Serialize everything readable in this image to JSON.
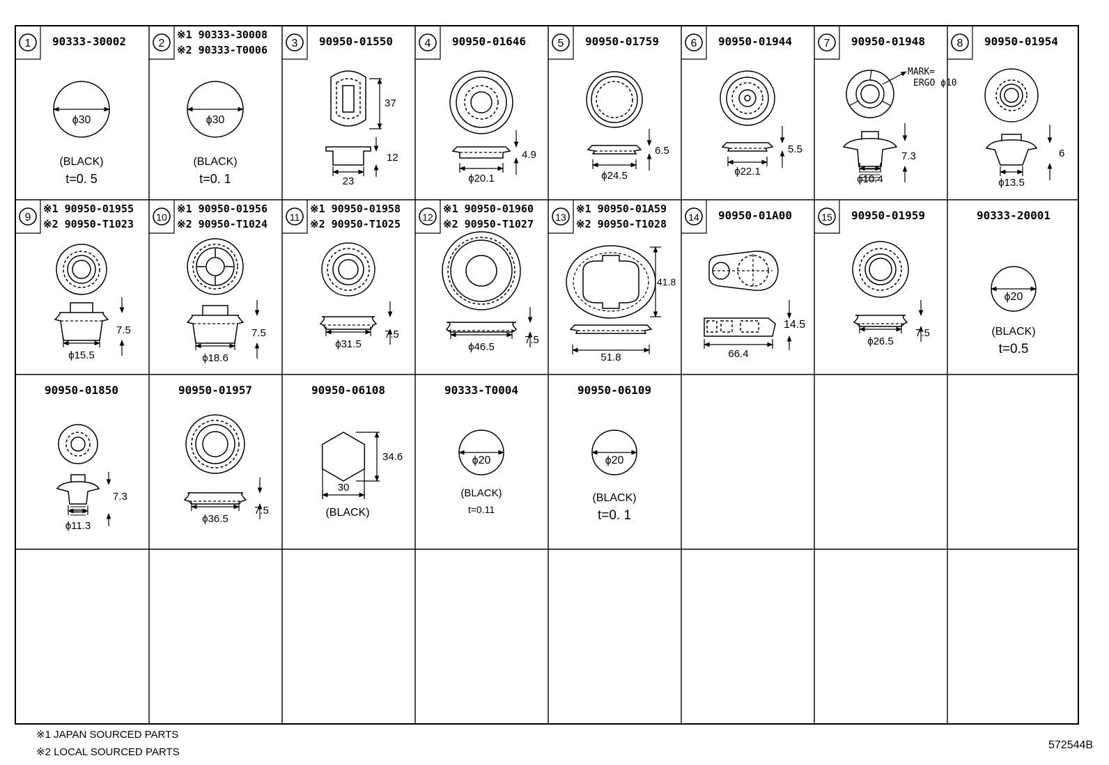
{
  "cells": [
    {
      "num": "1",
      "parts": [
        "90333-30002"
      ],
      "notes": [
        "(BLACK)",
        "t=0. 5"
      ],
      "dims": [
        "ϕ30"
      ]
    },
    {
      "num": "2",
      "parts": [
        "※1 90333-30008",
        "※2 90333-T0006"
      ],
      "notes": [
        "(BLACK)",
        "t=0. 1"
      ],
      "dims": [
        "ϕ30"
      ]
    },
    {
      "num": "3",
      "parts": [
        "90950-01550"
      ],
      "notes": [],
      "dims": [
        "37",
        "12",
        "23"
      ]
    },
    {
      "num": "4",
      "parts": [
        "90950-01646"
      ],
      "notes": [],
      "dims": [
        "4.9",
        "ϕ20.1"
      ]
    },
    {
      "num": "5",
      "parts": [
        "90950-01759"
      ],
      "notes": [],
      "dims": [
        "6.5",
        "ϕ24.5"
      ]
    },
    {
      "num": "6",
      "parts": [
        "90950-01944"
      ],
      "notes": [],
      "dims": [
        "5.5",
        "ϕ22.1"
      ]
    },
    {
      "num": "7",
      "parts": [
        "90950-01948"
      ],
      "notes": [
        "MARK=",
        "ERGO ϕ10"
      ],
      "dims": [
        "7.3",
        "ϕ10.4"
      ]
    },
    {
      "num": "8",
      "parts": [
        "90950-01954"
      ],
      "notes": [],
      "dims": [
        "6",
        "ϕ13.5"
      ]
    },
    {
      "num": "9",
      "parts": [
        "※1 90950-01955",
        "※2 90950-T1023"
      ],
      "notes": [],
      "dims": [
        "7.5",
        "ϕ15.5"
      ]
    },
    {
      "num": "10",
      "parts": [
        "※1 90950-01956",
        "※2 90950-T1024"
      ],
      "notes": [],
      "dims": [
        "7.5",
        "ϕ18.6"
      ]
    },
    {
      "num": "11",
      "parts": [
        "※1 90950-01958",
        "※2 90950-T1025"
      ],
      "notes": [],
      "dims": [
        "7.5",
        "ϕ31.5"
      ]
    },
    {
      "num": "12",
      "parts": [
        "※1 90950-01960",
        "※2 90950-T1027"
      ],
      "notes": [],
      "dims": [
        "7.5",
        "ϕ46.5"
      ]
    },
    {
      "num": "13",
      "parts": [
        "※1 90950-01A59",
        "※2 90950-T1028"
      ],
      "notes": [],
      "dims": [
        "41.8",
        "51.8"
      ]
    },
    {
      "num": "14",
      "parts": [
        "90950-01A00"
      ],
      "notes": [],
      "dims": [
        "14.5",
        "66.4"
      ]
    },
    {
      "num": "15",
      "parts": [
        "90950-01959"
      ],
      "notes": [],
      "dims": [
        "7.5",
        "ϕ26.5"
      ]
    },
    {
      "num": "",
      "parts": [
        "90333-20001"
      ],
      "notes": [
        "(BLACK)",
        "t=0.5"
      ],
      "dims": [
        "ϕ20"
      ]
    },
    {
      "num": "",
      "parts": [
        "90950-01850"
      ],
      "notes": [],
      "dims": [
        "7.3",
        "ϕ11.3"
      ]
    },
    {
      "num": "",
      "parts": [
        "90950-01957"
      ],
      "notes": [],
      "dims": [
        "7.5",
        "ϕ36.5"
      ]
    },
    {
      "num": "",
      "parts": [
        "90950-06108"
      ],
      "notes": [
        "(BLACK)"
      ],
      "dims": [
        "34.6",
        "30"
      ]
    },
    {
      "num": "",
      "parts": [
        "90333-T0004"
      ],
      "notes": [
        "(BLACK)",
        "t=0.11"
      ],
      "dims": [
        "ϕ20"
      ]
    },
    {
      "num": "",
      "parts": [
        "90950-06109"
      ],
      "notes": [
        "(BLACK)",
        "t=0. 1"
      ],
      "dims": [
        "ϕ20"
      ]
    }
  ],
  "footnotes": [
    "※1 JAPAN SOURCED PARTS",
    "※2 LOCAL SOURCED PARTS"
  ],
  "drawing_code": "572544B"
}
